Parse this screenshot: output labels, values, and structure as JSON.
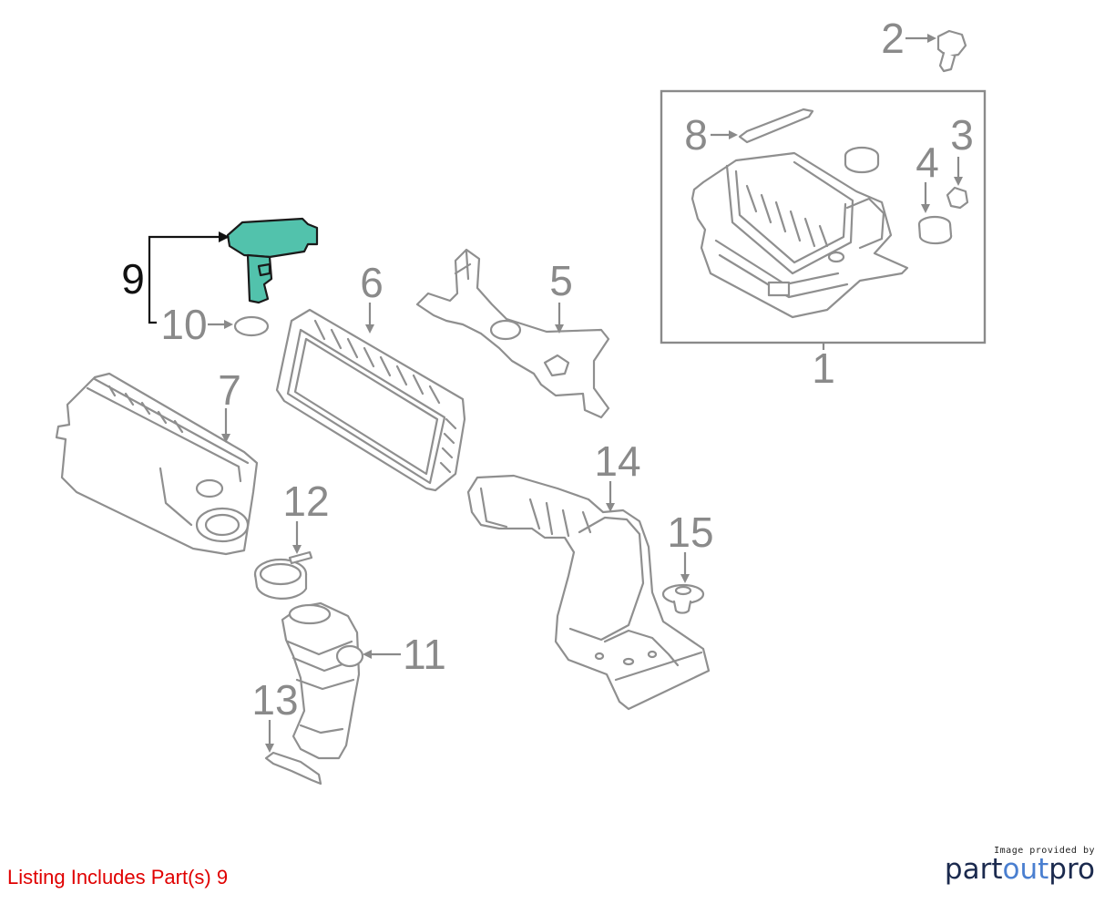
{
  "diagram": {
    "callouts": [
      "1",
      "2",
      "3",
      "4",
      "5",
      "6",
      "7",
      "8",
      "9",
      "10",
      "11",
      "12",
      "13",
      "14",
      "15"
    ],
    "highlighted_part": "9",
    "highlight_color": "#52c2ac",
    "callout_color": "#8a8a8a"
  },
  "footer": {
    "listing_note": "Listing Includes Part(s) 9",
    "listing_color": "#e00000",
    "credit_prefix": "Image provided by",
    "brand_part1": "part",
    "brand_part2": "out",
    "brand_part3": "pro"
  }
}
